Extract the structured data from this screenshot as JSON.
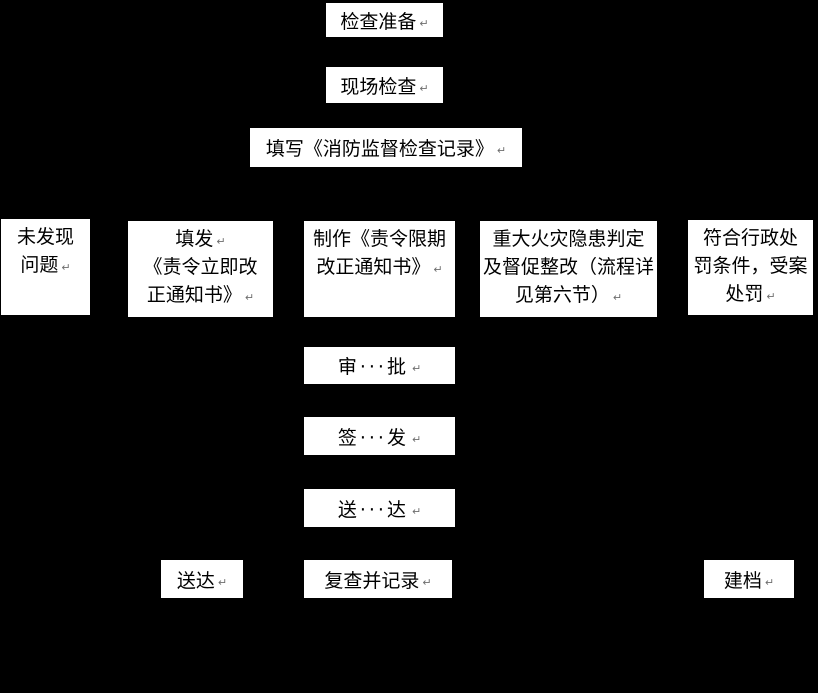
{
  "page": {
    "background_color": "#000000",
    "box_background_color": "#ffffff",
    "box_text_color": "#000000"
  },
  "flowchart": {
    "return_mark": "↵",
    "nodes": {
      "prepare": {
        "label": "检查准备"
      },
      "onsite": {
        "label": "现场检查"
      },
      "fill_record": {
        "label": "填写《消防监督检查记录》"
      },
      "no_problem": {
        "lines": [
          "未发现",
          "问题"
        ]
      },
      "issue_immediate": {
        "lines": [
          "填发",
          "《责令立即改",
          "正通知书》"
        ]
      },
      "make_deadline": {
        "lines": [
          "制作《责令限期",
          "改正通知书》"
        ]
      },
      "major_hazard": {
        "lines": [
          "重大火灾隐患判定",
          "及督促整改（流程详",
          "见第六节）"
        ]
      },
      "admin_penalty": {
        "lines": [
          "符合行政处",
          "罚条件，受案",
          "处罚"
        ]
      },
      "approve": {
        "label": "审···批"
      },
      "sign_issue": {
        "label": "签···发"
      },
      "deliver_mid": {
        "label": "送···达"
      },
      "deliver": {
        "label": "送达"
      },
      "recheck": {
        "label": "复查并记录"
      },
      "archive": {
        "label": "建档"
      }
    }
  }
}
